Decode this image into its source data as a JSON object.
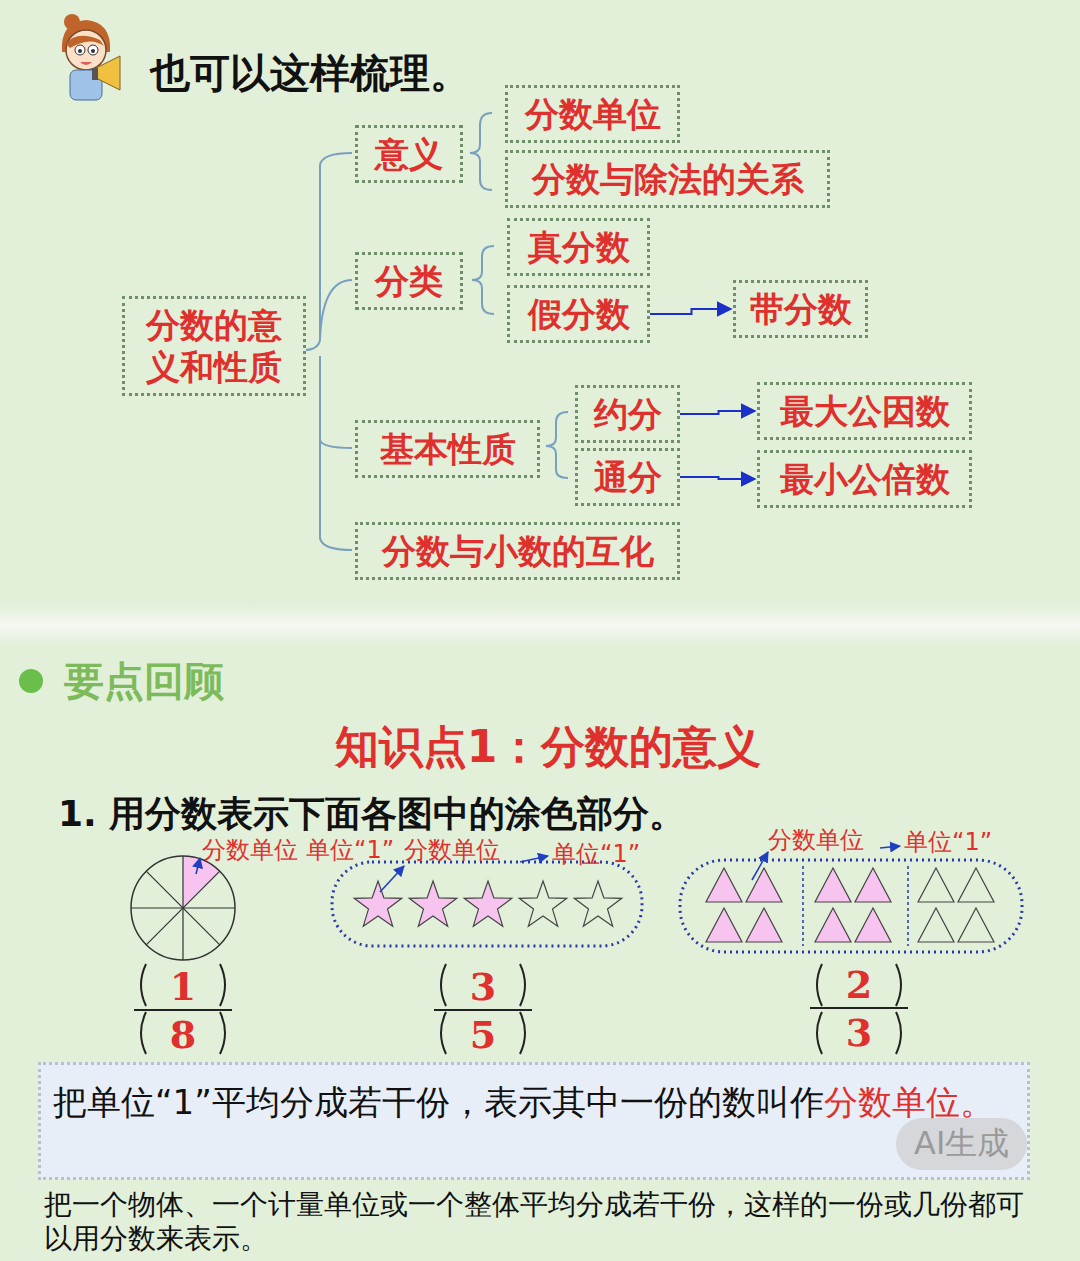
{
  "diagram": {
    "title": "也可以这样梳理。",
    "nodes": [
      {
        "text": [
          "分数的意义和性质"
        ]
      },
      {
        "text": [
          "意义"
        ]
      },
      {
        "text": [
          "分数单位"
        ]
      },
      {
        "text": [
          "分数与除法的关系"
        ]
      },
      {
        "text": [
          "分类"
        ]
      },
      {
        "text": [
          "真分数"
        ]
      },
      {
        "text": [
          "假分数"
        ]
      },
      {
        "text": [
          "带分数"
        ]
      },
      {
        "text": [
          "基本性质"
        ]
      },
      {
        "text": [
          "约分"
        ]
      },
      {
        "text": [
          "最大公因数"
        ]
      },
      {
        "text": [
          "通分"
        ]
      },
      {
        "text": [
          "最小公倍数"
        ]
      },
      {
        "text": [
          "分数与小数的互化"
        ]
      },
      {
        "text": [
          "把单位“1”平均分成若干份，表示其中一份的数叫作",
          "分数单位。"
        ]
      }
    ],
    "edges": [
      {
        "from": 6,
        "to": 7,
        "arrow": "to"
      },
      {
        "from": 9,
        "to": 10,
        "arrow": "to"
      },
      {
        "from": 11,
        "to": 12,
        "arrow": "to"
      }
    ],
    "labels": [
      "要点回顾",
      "知识点1：分数的意义",
      "1. 用分数表示下面各图中的涂色部分。",
      "分数单位",
      "单位“1”",
      "分数单位",
      "单位“1”",
      "分数单位",
      "单位“1”",
      "1",
      "8",
      "3",
      "5",
      "2",
      "3",
      "把一个物体、一个计量单位或一个整体平均分成若干份，这样的一份或几份都可以用分数来表示。",
      "AI生成"
    ]
  }
}
